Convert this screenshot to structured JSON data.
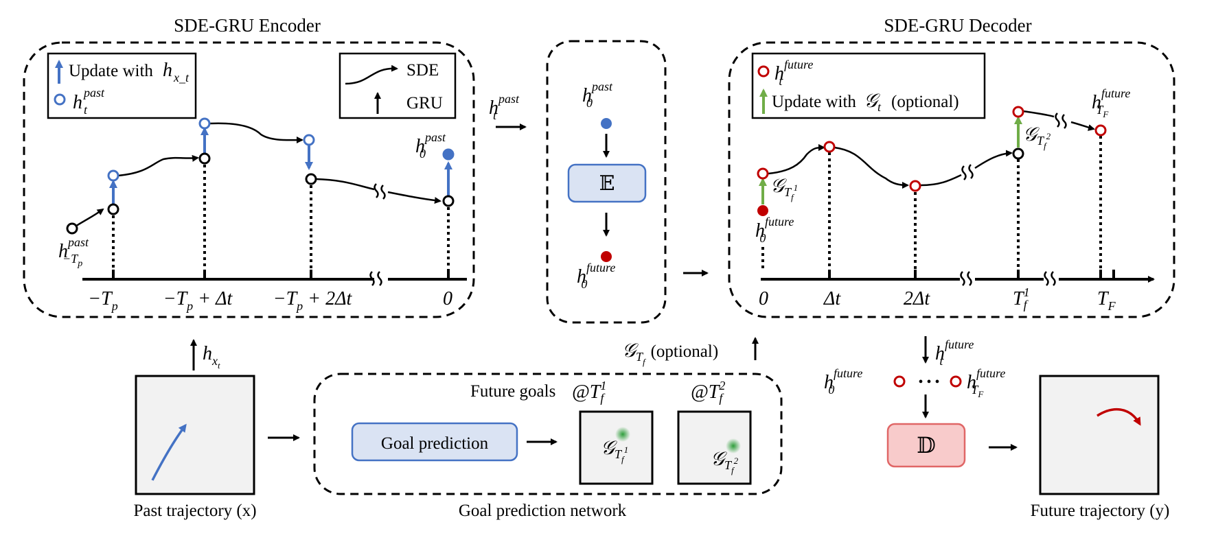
{
  "colors": {
    "past_blue": "#4472c4",
    "future_red": "#c00000",
    "goal_green": "#70ad47",
    "box_blue_fill": "#dae3f3",
    "box_red_fill": "#f8cbcb",
    "panel_gray": "#f2f2f2"
  },
  "encoder": {
    "title": "SDE-GRU Encoder",
    "legend_update": "Update with",
    "legend_update_math": "h",
    "legend_update_sub": "x_t",
    "legend_state_h": "h",
    "legend_state_sup": "past",
    "legend_state_sub": "t",
    "key_sde": "SDE",
    "key_gru": "GRU",
    "h0_sup": "past",
    "h0_sub": "0",
    "hstart_sup": "past",
    "hstart_sub": "−T_p",
    "ticks": [
      "−T",
      "−T + Δt",
      "−T + 2Δt",
      "0"
    ],
    "tick_sub": "p"
  },
  "expectation": {
    "input_sup": "past",
    "input_sub": "t",
    "top_sup": "past",
    "top_sub": "0",
    "op": "𝔼",
    "bottom_sup": "future",
    "bottom_sub": "0"
  },
  "decoder": {
    "title": "SDE-GRU Decoder",
    "legend_state_sup": "future",
    "legend_state_sub": "t",
    "legend_update": "Update with",
    "legend_update_tail": "(optional)",
    "legend_G_sub": "t",
    "end_sup": "future",
    "end_sub": "T_F",
    "start_sup": "future",
    "start_sub": "0",
    "ticks": [
      "0",
      "Δt",
      "2Δt",
      "T",
      "T"
    ],
    "tick_T1_sub": "f",
    "tick_T1_sup": "1",
    "tick_TF_sub": "F"
  },
  "bottom": {
    "hx_sub": "x_t",
    "goal_input_label": "(optional)",
    "past_caption": "Past trajectory (x)",
    "future_goals": "Future goals",
    "goal_at_1": "@T",
    "goal_at_2": "@T",
    "goal_prediction": "Goal prediction",
    "goal_network_caption": "Goal prediction network",
    "hfuture_t_sup": "future",
    "hfuture_t_sub": "t",
    "h0_sup": "future",
    "h0_sub": "0",
    "hTF_sup": "future",
    "hTF_sub": "T_F",
    "decoder_op": "𝔻",
    "future_caption": "Future trajectory (y)",
    "ellipsis": "• • •"
  }
}
